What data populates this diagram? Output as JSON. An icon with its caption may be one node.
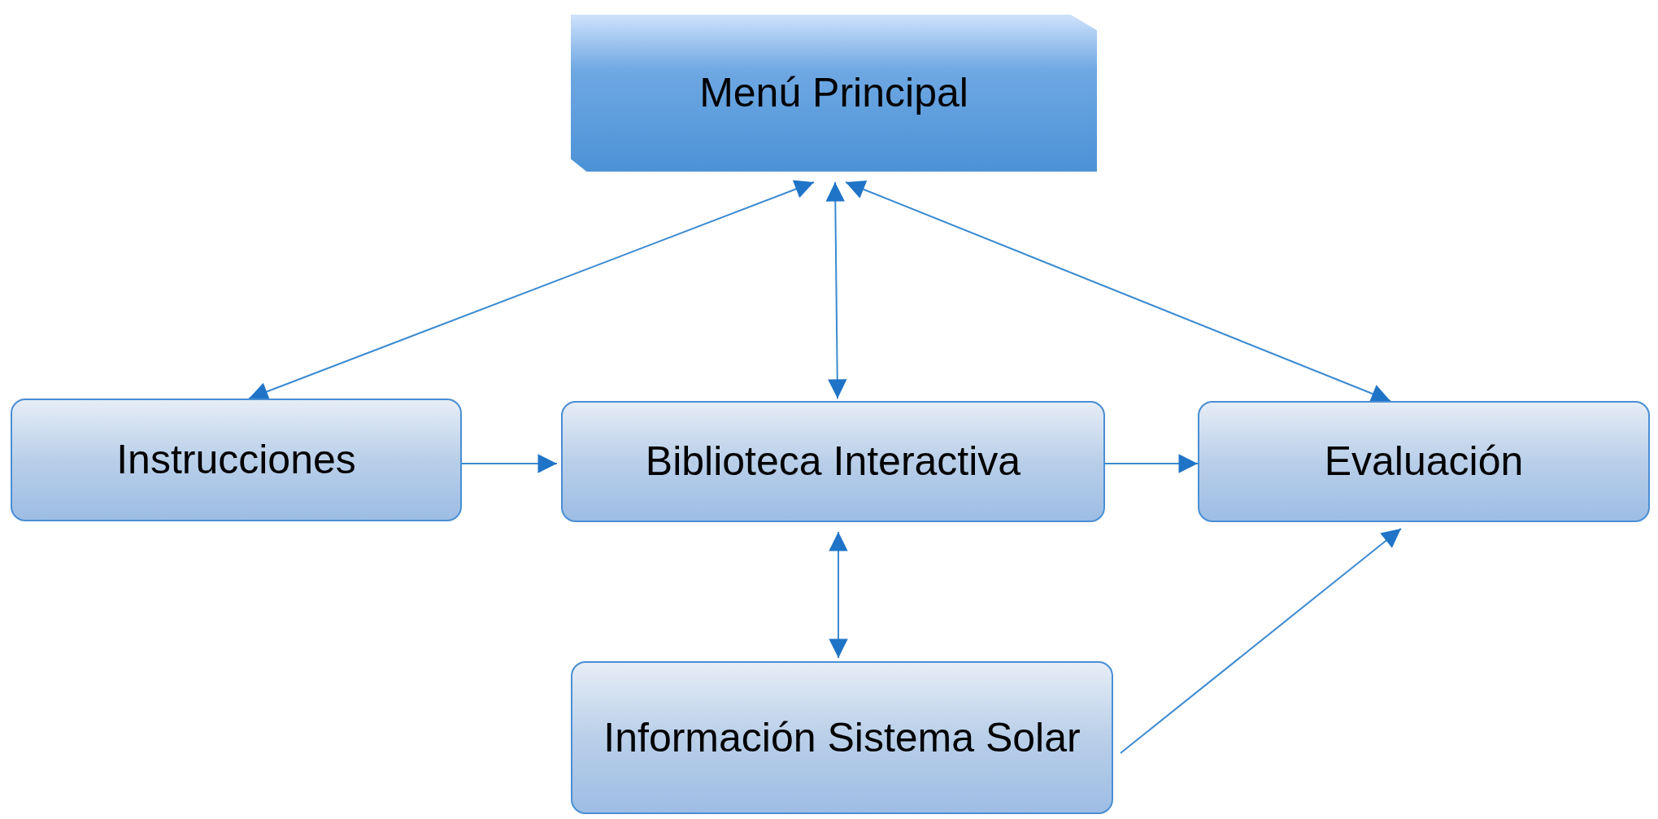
{
  "diagram": {
    "nodes": [
      {
        "text": [
          "Menú Principal"
        ]
      },
      {
        "text": [
          "Instrucciones"
        ]
      },
      {
        "text": [
          "Biblioteca Interactiva"
        ]
      },
      {
        "text": [
          "Evaluación"
        ]
      },
      {
        "text": [
          "Información Sistema Solar"
        ]
      }
    ],
    "edges": [
      {
        "from": 0,
        "to": 1,
        "arrow": "both"
      },
      {
        "from": 0,
        "to": 2,
        "arrow": "both"
      },
      {
        "from": 0,
        "to": 3,
        "arrow": "both"
      },
      {
        "from": 1,
        "to": 2,
        "arrow": "to"
      },
      {
        "from": 2,
        "to": 3,
        "arrow": "to"
      },
      {
        "from": 2,
        "to": 4,
        "arrow": "both"
      },
      {
        "from": 4,
        "to": 3,
        "arrow": "to"
      }
    ]
  }
}
